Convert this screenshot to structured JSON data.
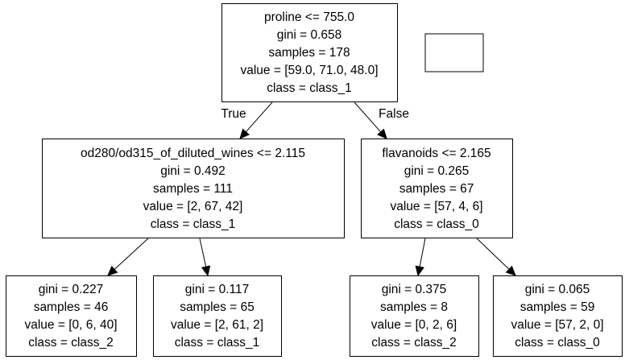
{
  "nodes": [
    {
      "id": "root",
      "lines": [
        "proline <= 755.0",
        "gini = 0.658",
        "samples = 178",
        "value = [59.0, 71.0, 48.0]",
        "class = class_1"
      ]
    },
    {
      "id": "left",
      "lines": [
        "od280/od315_of_diluted_wines <= 2.115",
        "gini = 0.492",
        "samples = 111",
        "value = [2, 67, 42]",
        "class = class_1"
      ]
    },
    {
      "id": "right",
      "lines": [
        "flavanoids <= 2.165",
        "gini = 0.265",
        "samples = 67",
        "value = [57, 4, 6]",
        "class = class_0"
      ]
    },
    {
      "id": "ll",
      "lines": [
        "gini = 0.227",
        "samples = 46",
        "value = [0, 6, 40]",
        "class = class_2"
      ]
    },
    {
      "id": "lr",
      "lines": [
        "gini = 0.117",
        "samples = 65",
        "value = [2, 61, 2]",
        "class = class_1"
      ]
    },
    {
      "id": "rl",
      "lines": [
        "gini = 0.375",
        "samples = 8",
        "value = [0, 2, 6]",
        "class = class_2"
      ]
    },
    {
      "id": "rr",
      "lines": [
        "gini = 0.065",
        "samples = 59",
        "value = [57, 2, 0]",
        "class = class_0"
      ]
    }
  ],
  "edges": [
    {
      "from": "root",
      "to": "left",
      "label": "True"
    },
    {
      "from": "root",
      "to": "right",
      "label": "False"
    },
    {
      "from": "left",
      "to": "ll",
      "label": ""
    },
    {
      "from": "left",
      "to": "lr",
      "label": ""
    },
    {
      "from": "right",
      "to": "rl",
      "label": ""
    },
    {
      "from": "right",
      "to": "rr",
      "label": ""
    }
  ]
}
